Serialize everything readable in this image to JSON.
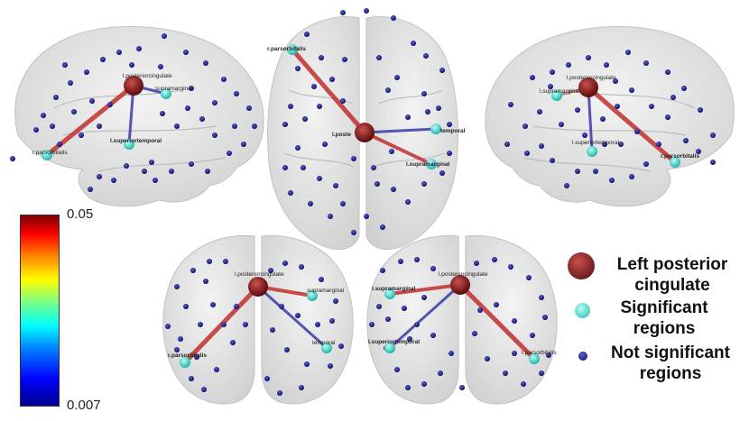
{
  "colorbar": {
    "max_label": "0.05",
    "min_label": "0.007"
  },
  "legend": {
    "hub": {
      "line1": "Left posterior",
      "line2": "cingulate"
    },
    "significant": {
      "line1": "Significant",
      "line2": "regions"
    },
    "nonsignificant": {
      "line1": "Not significant",
      "line2": "regions"
    }
  },
  "region_labels": {
    "posterior_cingulate": "l.posteriorcingulate",
    "supramarginal": "l.supramarginal",
    "superior_temporal": "l.superiortemporal",
    "pars_orbitalis": "r.parsorbitalis",
    "posterior_cingulate_short": "l.poste",
    "superior_temporal_short": "temporal",
    "supramarginal_short": "l.supramarginal",
    "supramarginal_frag": "supramarginal",
    "superior_temporal_frag": "l.superiortemporal",
    "pars_orbitalis_front": "r.parsorbitalis",
    "pars_orbitalis_top": "r.parsorbitalis",
    "supramarginal_left": "l.supramarginal"
  },
  "colors": {
    "hub": "#8b1a1a",
    "significant": "#3ee6d5",
    "nonsignificant": "#14148c",
    "edge_strong": "#c0302e",
    "edge_weak": "#3a3aa8"
  }
}
